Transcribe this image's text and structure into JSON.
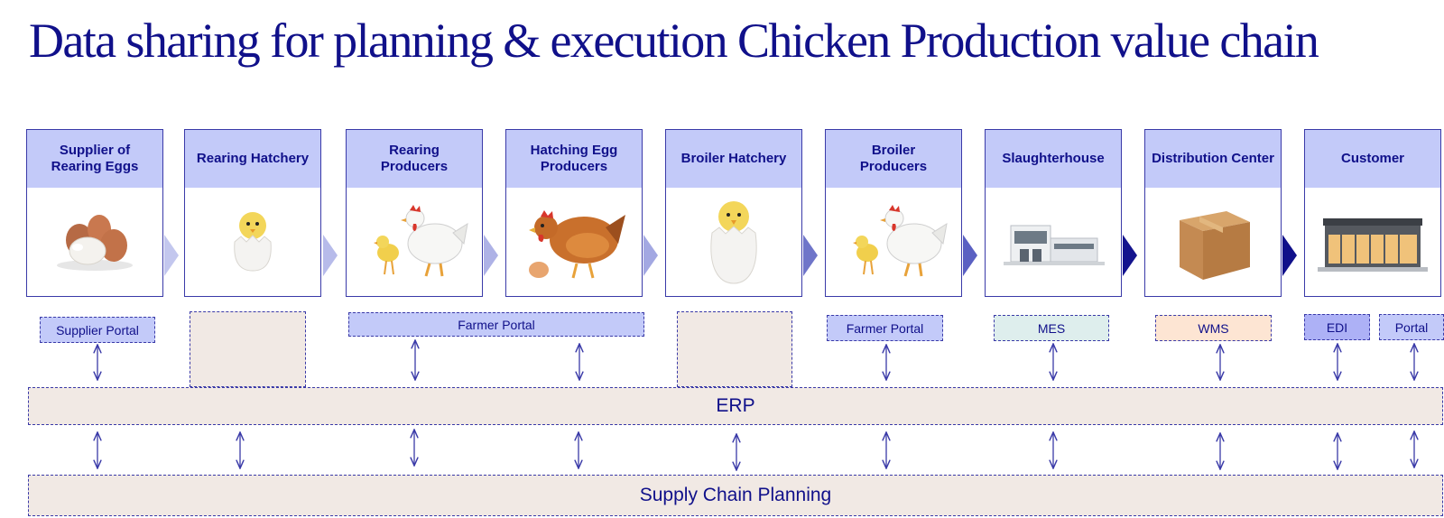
{
  "title": "Data sharing for planning & execution Chicken Production value chain",
  "stages": [
    {
      "label": "Supplier of\nRearing Eggs",
      "icon": "eggs-icon"
    },
    {
      "label": "Rearing Hatchery",
      "icon": "chick-in-egg-icon"
    },
    {
      "label": "Rearing\nProducers",
      "icon": "hen-and-chick-icon"
    },
    {
      "label": "Hatching Egg\nProducers",
      "icon": "hen-with-egg-icon"
    },
    {
      "label": "Broiler Hatchery",
      "icon": "chick-in-egg-icon"
    },
    {
      "label": "Broiler\nProducers",
      "icon": "hen-and-chick-icon"
    },
    {
      "label": "Slaughterhouse",
      "icon": "factory-building-icon"
    },
    {
      "label": "Distribution Center",
      "icon": "cardboard-box-icon"
    },
    {
      "label": "Customer",
      "icon": "store-building-icon"
    }
  ],
  "systems": {
    "supplier_portal": "Supplier Portal",
    "farmer_portal_1": "Farmer Portal",
    "farmer_portal_2": "Farmer Portal",
    "mes": "MES",
    "wms": "WMS",
    "edi": "EDI",
    "portal": "Portal"
  },
  "erp": "ERP",
  "scp": "Supply Chain Planning",
  "colors": {
    "navy": "#10108a",
    "header_blue": "#c3caf9",
    "band_beige": "#f1e9e4",
    "mes_mint": "#deeeed",
    "wms_peach": "#fde5d3",
    "edi_violet": "#adb1f6"
  }
}
